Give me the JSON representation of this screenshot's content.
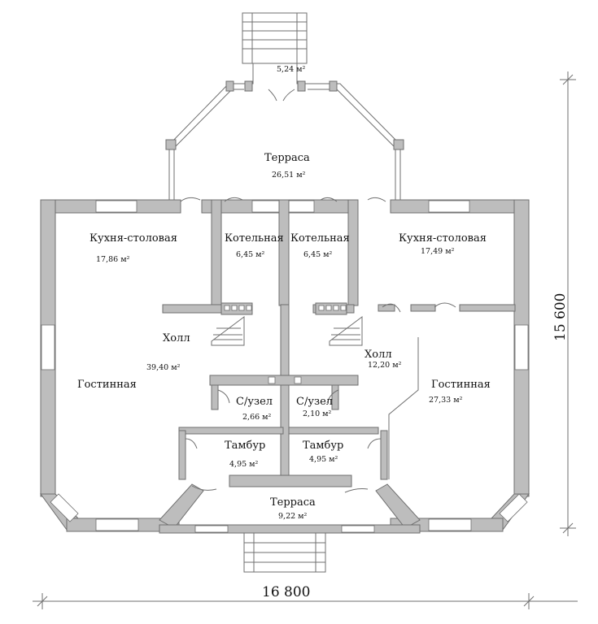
{
  "rooms": {
    "terrace_top_small": {
      "area": "5,24 м²"
    },
    "terrace_top": {
      "name": "Терраса",
      "area": "26,51 м²"
    },
    "kitchen_left": {
      "name": "Кухня-столовая",
      "area": "17,86 м²"
    },
    "boiler_left": {
      "name": "Котельная",
      "area": "6,45 м²"
    },
    "boiler_right": {
      "name": "Котельная",
      "area": "6,45 м²"
    },
    "kitchen_right": {
      "name": "Кухня-столовая",
      "area": "17,49 м²"
    },
    "hall_left": {
      "name": "Холл",
      "area": "39,40 м²"
    },
    "hall_right": {
      "name": "Холл",
      "area": "12,20 м²"
    },
    "living_left": {
      "name": "Гостинная"
    },
    "living_right": {
      "name": "Гостинная",
      "area": "27,33 м²"
    },
    "wc_left": {
      "name": "С/узел",
      "area": "2,66 м²"
    },
    "wc_right": {
      "name": "С/узел",
      "area": "2,10 м²"
    },
    "vestibule_left": {
      "name": "Тамбур",
      "area": "4,95 м²"
    },
    "vestibule_right": {
      "name": "Тамбур",
      "area": "4,95 м²"
    },
    "terrace_bottom": {
      "name": "Терраса",
      "area": "9,22 м²"
    }
  },
  "dimensions": {
    "width": "16 800",
    "height": "15 600"
  },
  "colors": {
    "wall_fill": "#bdbdbd",
    "wall_stroke": "#6f6f6f",
    "background": "#ffffff"
  }
}
